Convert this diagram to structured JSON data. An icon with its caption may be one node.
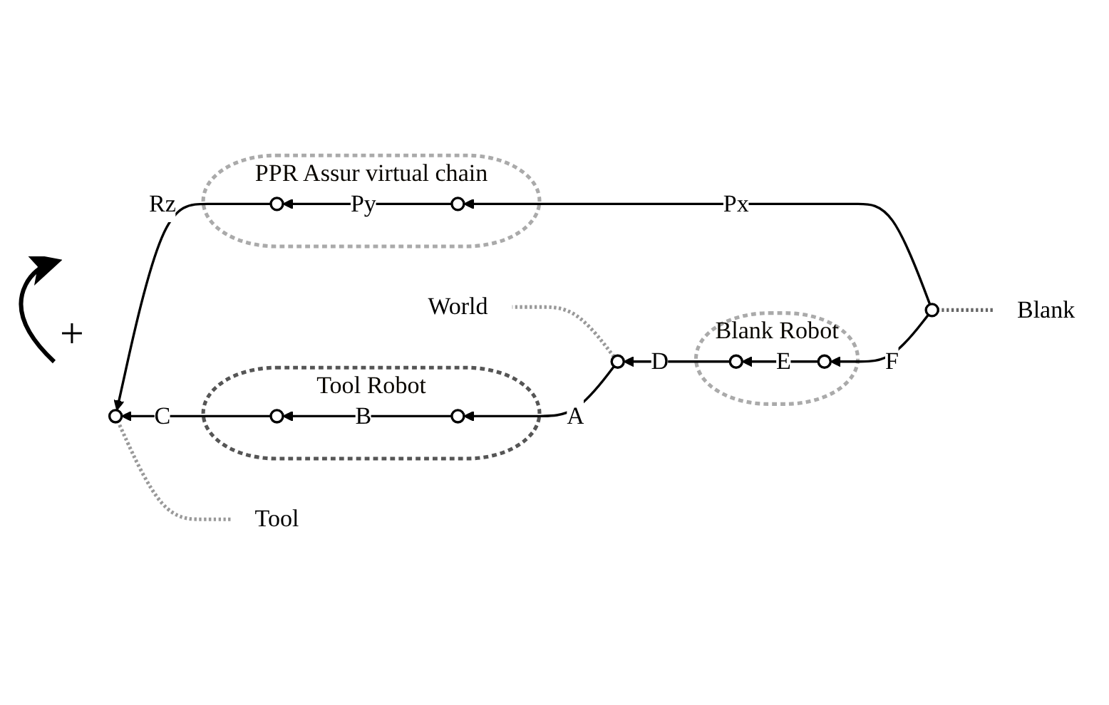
{
  "diagram": {
    "nodes": [
      {
        "text": [
          "PPR Assur virtual chain"
        ]
      },
      {
        "text": [],
        "shape": "circle",
        "in": 0
      },
      {
        "text": [],
        "shape": "circle",
        "in": 0
      },
      {
        "text": [
          "Tool"
        ]
      },
      {
        "text": [],
        "shape": "circle"
      },
      {
        "text": [
          "Blank"
        ]
      },
      {
        "text": [],
        "shape": "circle"
      },
      {
        "text": [
          "Tool Robot"
        ]
      },
      {
        "text": [],
        "shape": "circle",
        "in": 7
      },
      {
        "text": [],
        "shape": "circle",
        "in": 7
      },
      {
        "text": [
          "Blank Robot"
        ]
      },
      {
        "text": [],
        "shape": "circle",
        "in": 10
      },
      {
        "text": [],
        "shape": "circle",
        "in": 10
      },
      {
        "text": [],
        "shape": "circle"
      },
      {
        "text": [
          "World"
        ]
      }
    ],
    "edges": [
      {
        "from": 6,
        "to": 2,
        "arrow": "to",
        "label": "Px"
      },
      {
        "from": 2,
        "to": 1,
        "arrow": "to",
        "label": "Py"
      },
      {
        "from": 1,
        "to": 4,
        "arrow": "to",
        "label": "Rz"
      },
      {
        "from": 6,
        "to": 12,
        "arrow": "to",
        "label": "F"
      },
      {
        "from": 12,
        "to": 11,
        "arrow": "to",
        "label": "E"
      },
      {
        "from": 11,
        "to": 13,
        "arrow": "to",
        "label": "D"
      },
      {
        "from": 13,
        "to": 9,
        "arrow": "to",
        "label": "A"
      },
      {
        "from": 9,
        "to": 8,
        "arrow": "to",
        "label": "B"
      },
      {
        "from": 8,
        "to": 4,
        "arrow": "to",
        "label": "C"
      },
      {
        "from": 3,
        "to": 4,
        "arrow": "none",
        "style": "dashed",
        "color": "#999999"
      },
      {
        "from": 5,
        "to": 6,
        "arrow": "none",
        "style": "dashed",
        "color": "#666666"
      },
      {
        "from": 13,
        "to": 14,
        "arrow": "none",
        "style": "dashed",
        "color": "#999999"
      }
    ],
    "labels": [
      "+"
    ]
  }
}
